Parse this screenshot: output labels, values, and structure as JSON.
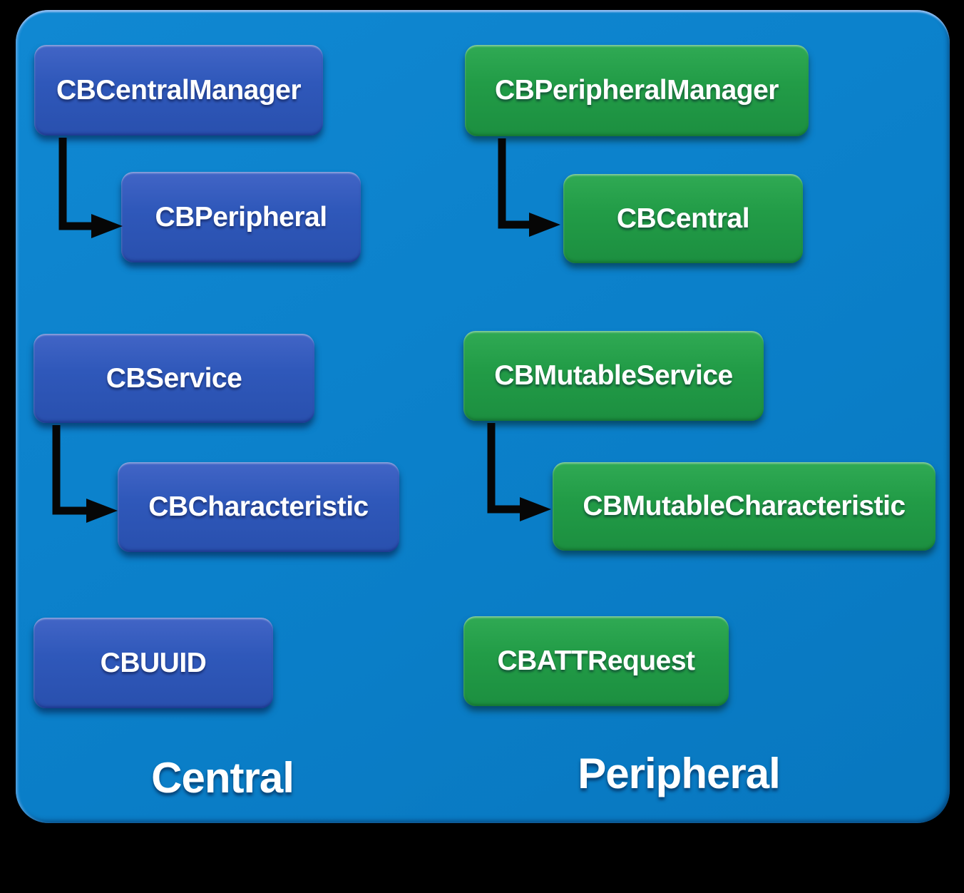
{
  "diagram": {
    "central": {
      "section_label": "Central",
      "node_color": "#2f58ba",
      "nodes": [
        {
          "id": "CBCentralManager",
          "label": "CBCentralManager"
        },
        {
          "id": "CBPeripheral",
          "label": "CBPeripheral"
        },
        {
          "id": "CBService",
          "label": "CBService"
        },
        {
          "id": "CBCharacteristic",
          "label": "CBCharacteristic"
        },
        {
          "id": "CBUUID",
          "label": "CBUUID"
        }
      ]
    },
    "peripheral": {
      "section_label": "Peripheral",
      "node_color": "#229c47",
      "nodes": [
        {
          "id": "CBPeripheralManager",
          "label": "CBPeripheralManager"
        },
        {
          "id": "CBCentral",
          "label": "CBCentral"
        },
        {
          "id": "CBMutableService",
          "label": "CBMutableService"
        },
        {
          "id": "CBMutableCharacteristic",
          "label": "CBMutableCharacteristic"
        },
        {
          "id": "CBATTRequest",
          "label": "CBATTRequest"
        }
      ]
    },
    "relations": [
      {
        "from": "CBCentralManager",
        "to": "CBPeripheral"
      },
      {
        "from": "CBPeripheralManager",
        "to": "CBCentral"
      },
      {
        "from": "CBService",
        "to": "CBCharacteristic"
      },
      {
        "from": "CBMutableService",
        "to": "CBMutableCharacteristic"
      }
    ],
    "colors": {
      "background": "#000000",
      "panel": "#0b80ca",
      "arrow": "#060606",
      "label_text": "#ffffff"
    }
  }
}
